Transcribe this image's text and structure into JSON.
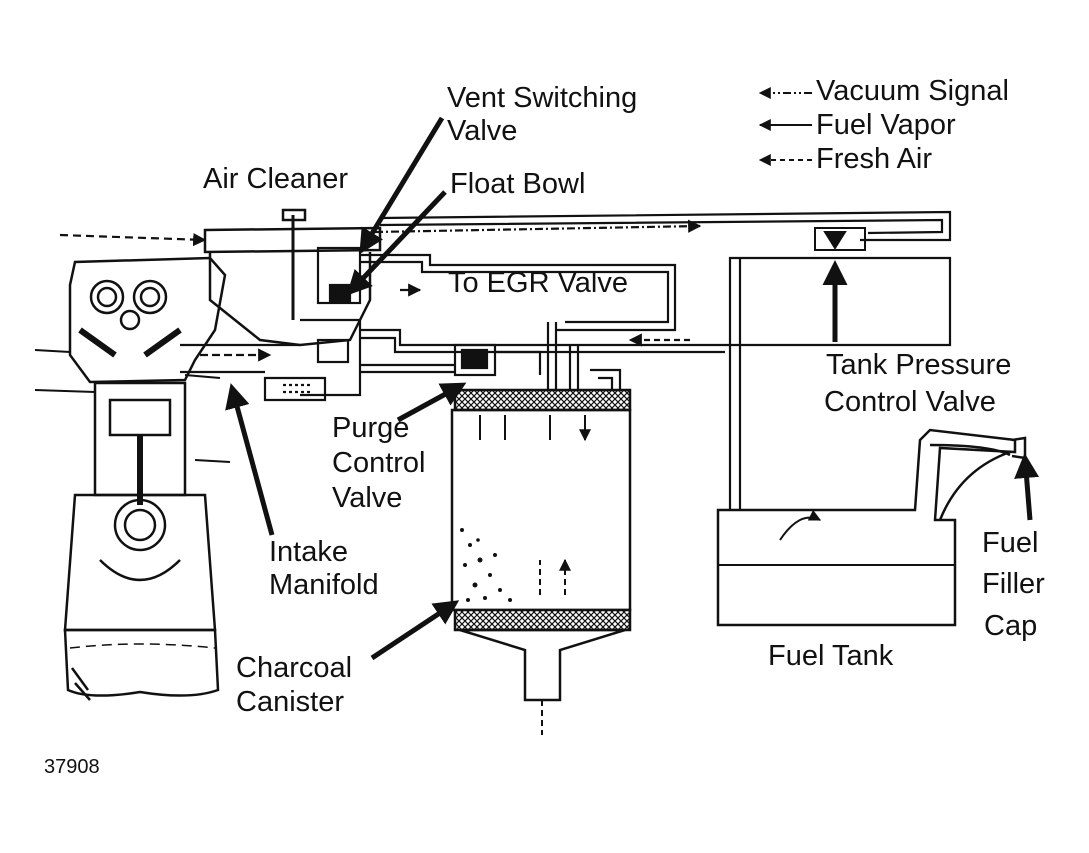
{
  "legend": {
    "vacuum_signal": "Vacuum Signal",
    "fuel_vapor": "Fuel Vapor",
    "fresh_air": "Fresh Air"
  },
  "labels": {
    "vent_switching_valve": [
      "Vent Switching",
      "Valve"
    ],
    "air_cleaner": "Air Cleaner",
    "float_bowl": "Float Bowl",
    "to_egr_valve": "To EGR Valve",
    "tank_pressure_control_valve": [
      "Tank Pressure",
      "Control Valve"
    ],
    "purge_control_valve": [
      "Purge",
      "Control",
      "Valve"
    ],
    "intake_manifold": [
      "Intake",
      "Manifold"
    ],
    "charcoal_canister": [
      "Charcoal",
      "Canister"
    ],
    "fuel_tank": "Fuel Tank",
    "fuel_filler_cap": [
      "Fuel",
      "Filler",
      "Cap"
    ]
  },
  "figure_number": "37908"
}
